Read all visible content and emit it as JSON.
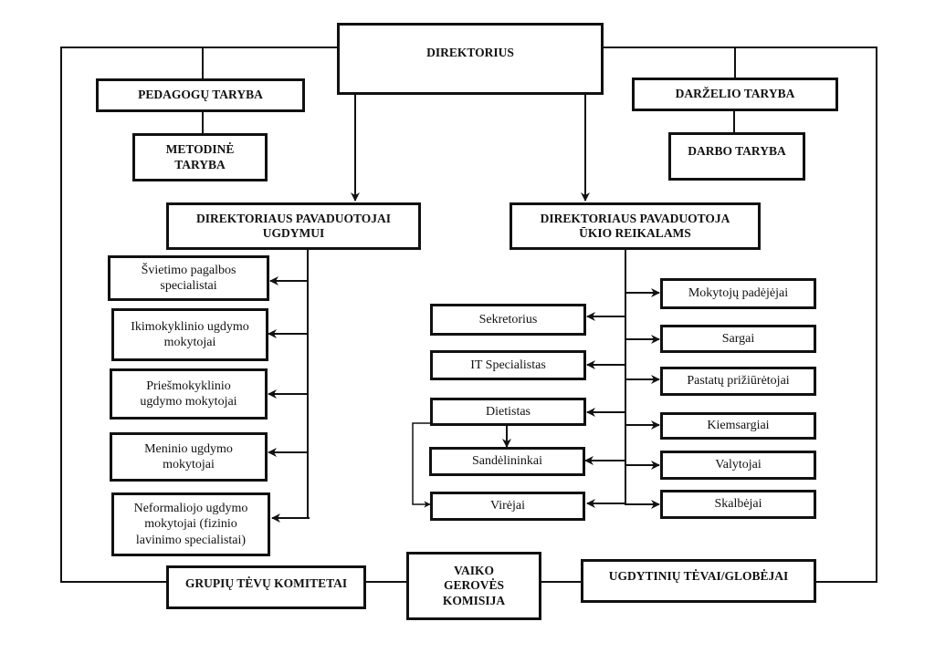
{
  "diagram": {
    "type": "organizational-chart",
    "root": "DIREKTORIUS",
    "nodes": {
      "direktorius": "DIREKTORIUS",
      "pedagogu_taryba": "PEDAGOGŲ TARYBA",
      "metodine_taryba": "METODINĖ TARYBA",
      "darzelio_taryba": "DARŽELIO TARYBA",
      "darbo_taryba": "DARBO TARYBA",
      "pav_ugdymui": "DIREKTORIAUS PAVADUOTOJAI UGDYMUI",
      "pav_ukio": "DIREKTORIAUS PAVADUOTOJA ŪKIO REIKALAMS",
      "svietimo": "Švietimo pagalbos specialistai",
      "ikimokyklinio": "Ikimokyklinio ugdymo mokytojai",
      "priesmokyklinio": "Priešmokyklinio ugdymo mokytojai",
      "meninio": "Meninio ugdymo mokytojai",
      "neformaliojo": "Neformaliojo ugdymo mokytojai (fizinio lavinimo specialistai)",
      "sekretorius": "Sekretorius",
      "it": "IT Specialistas",
      "dietistas": "Dietistas",
      "sandelininkai": "Sandėlininkai",
      "virejai": "Virėjai",
      "mokytoju_padejejai": "Mokytojų padėjėjai",
      "sargai": "Sargai",
      "pastatu": "Pastatų prižiūrėtojai",
      "kiemsargiai": "Kiemsargiai",
      "valytojai": "Valytojai",
      "skalbejai": "Skalbėjai",
      "grupiu_tevu": "GRUPIŲ TĖVŲ KOMITETAI",
      "vaiko_geroves": "VAIKO GEROVĖS KOMISIJA",
      "ugdytiniu_tevai": "UGDYTINIŲ TĖVAI/GLOBĖJAI"
    },
    "labels": {
      "direktorius": [
        "DIREKTORIUS"
      ],
      "pedagogu_taryba": [
        "PEDAGOGŲ TARYBA"
      ],
      "metodine_taryba": [
        "METODINĖ",
        "TARYBA"
      ],
      "darzelio_taryba": [
        "DARŽELIO TARYBA"
      ],
      "darbo_taryba": [
        "DARBO TARYBA"
      ],
      "pav_ugdymui": [
        "DIREKTORIAUS PAVADUOTOJAI",
        "UGDYMUI"
      ],
      "pav_ukio": [
        "DIREKTORIAUS PAVADUOTOJA",
        "ŪKIO REIKALAMS"
      ],
      "svietimo": [
        "Švietimo pagalbos",
        "specialistai"
      ],
      "ikimokyklinio": [
        "Ikimokyklinio ugdymo",
        "mokytojai"
      ],
      "priesmokyklinio": [
        "Priešmokyklinio",
        "ugdymo mokytojai"
      ],
      "meninio": [
        "Meninio ugdymo",
        "mokytojai"
      ],
      "neformaliojo": [
        "Neformaliojo ugdymo",
        "mokytojai (fizinio",
        "lavinimo specialistai)"
      ],
      "sekretorius": [
        "Sekretorius"
      ],
      "it": [
        "IT Specialistas"
      ],
      "dietistas": [
        "Dietistas"
      ],
      "sandelininkai": [
        "Sandėlininkai"
      ],
      "virejai": [
        "Virėjai"
      ],
      "mokytoju_padejejai": [
        "Mokytojų padėjėjai"
      ],
      "sargai": [
        "Sargai"
      ],
      "pastatu": [
        "Pastatų prižiūrėtojai"
      ],
      "kiemsargiai": [
        "Kiemsargiai"
      ],
      "valytojai": [
        "Valytojai"
      ],
      "skalbejai": [
        "Skalbėjai"
      ],
      "grupiu_tevu": [
        "GRUPIŲ TĖVŲ KOMITETAI"
      ],
      "vaiko_geroves": [
        "VAIKO",
        "GEROVĖS",
        "KOMISIJA"
      ],
      "ugdytiniu_tevai": [
        "UGDYTINIŲ TĖVAI/GLOBĖJAI"
      ]
    },
    "edges": [
      {
        "from": "direktorius",
        "to": "pedagogu_taryba",
        "arrow": false
      },
      {
        "from": "pedagogu_taryba",
        "to": "metodine_taryba",
        "arrow": false
      },
      {
        "from": "direktorius",
        "to": "darzelio_taryba",
        "arrow": false
      },
      {
        "from": "darzelio_taryba",
        "to": "darbo_taryba",
        "arrow": false
      },
      {
        "from": "direktorius",
        "to": "pav_ugdymui",
        "arrow": true
      },
      {
        "from": "direktorius",
        "to": "pav_ukio",
        "arrow": true
      },
      {
        "from": "pav_ugdymui",
        "to": "svietimo",
        "arrow": true
      },
      {
        "from": "pav_ugdymui",
        "to": "ikimokyklinio",
        "arrow": true
      },
      {
        "from": "pav_ugdymui",
        "to": "priesmokyklinio",
        "arrow": true
      },
      {
        "from": "pav_ugdymui",
        "to": "meninio",
        "arrow": true
      },
      {
        "from": "pav_ugdymui",
        "to": "neformaliojo",
        "arrow": true
      },
      {
        "from": "pav_ukio",
        "to": "sekretorius",
        "arrow": true
      },
      {
        "from": "pav_ukio",
        "to": "it",
        "arrow": true
      },
      {
        "from": "pav_ukio",
        "to": "dietistas",
        "arrow": true
      },
      {
        "from": "pav_ukio",
        "to": "sandelininkai",
        "arrow": true
      },
      {
        "from": "pav_ukio",
        "to": "virejai",
        "arrow": true
      },
      {
        "from": "pav_ukio",
        "to": "mokytoju_padejejai",
        "arrow": true
      },
      {
        "from": "pav_ukio",
        "to": "sargai",
        "arrow": true
      },
      {
        "from": "pav_ukio",
        "to": "pastatu",
        "arrow": true
      },
      {
        "from": "pav_ukio",
        "to": "kiemsargiai",
        "arrow": true
      },
      {
        "from": "pav_ukio",
        "to": "valytojai",
        "arrow": true
      },
      {
        "from": "pav_ukio",
        "to": "skalbejai",
        "arrow": true
      },
      {
        "from": "dietistas",
        "to": "sandelininkai",
        "arrow": true
      },
      {
        "from": "dietistas",
        "to": "virejai",
        "arrow": true
      },
      {
        "from": "direktorius",
        "to": "grupiu_tevu",
        "arrow": false
      },
      {
        "from": "grupiu_tevu",
        "to": "vaiko_geroves",
        "arrow": false
      },
      {
        "from": "vaiko_geroves",
        "to": "ugdytiniu_tevai",
        "arrow": false
      },
      {
        "from": "direktorius",
        "to": "ugdytiniu_tevai",
        "arrow": false
      }
    ]
  }
}
